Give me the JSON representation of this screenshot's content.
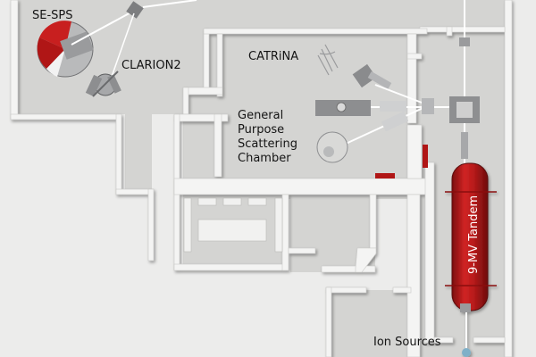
{
  "labels": {
    "se_sps": "SE-SPS",
    "clarion2": "CLARION2",
    "catrina": "CATRiNA",
    "gpsc_line1": "General",
    "gpsc_line2": "Purpose",
    "gpsc_line3": "Scattering",
    "gpsc_line4": "Chamber",
    "tandem": "9-MV Tandem",
    "ion_sources": "Ion Sources"
  },
  "colors": {
    "floor": "#d6d6d4",
    "wall": "#f3f3f2",
    "tandem": "#b81b1b",
    "beamline": "#ffffff",
    "equipment": "#8f9193"
  }
}
